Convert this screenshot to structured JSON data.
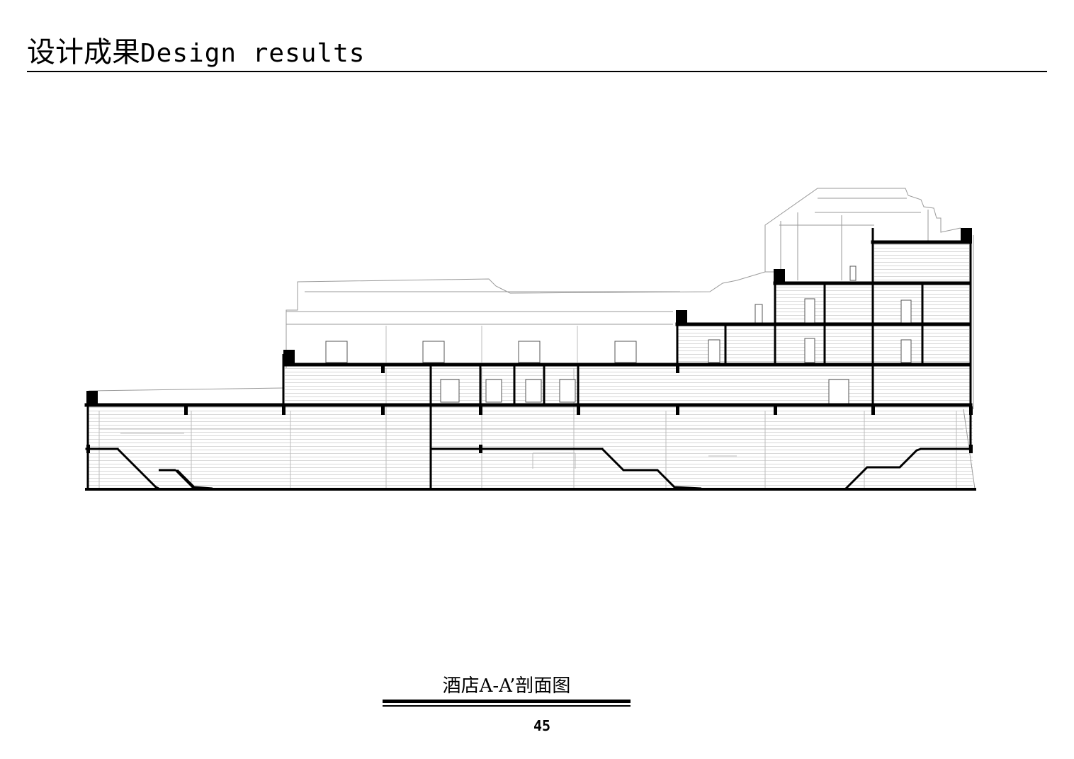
{
  "header": {
    "title_cn": "设计成果",
    "title_en": "Design results"
  },
  "drawing": {
    "caption": "酒店A-A’剖面图"
  },
  "footer": {
    "page_number": "45"
  },
  "colors": {
    "ink": "#000000",
    "light_line": "#bdbdbd",
    "background": "#ffffff"
  }
}
